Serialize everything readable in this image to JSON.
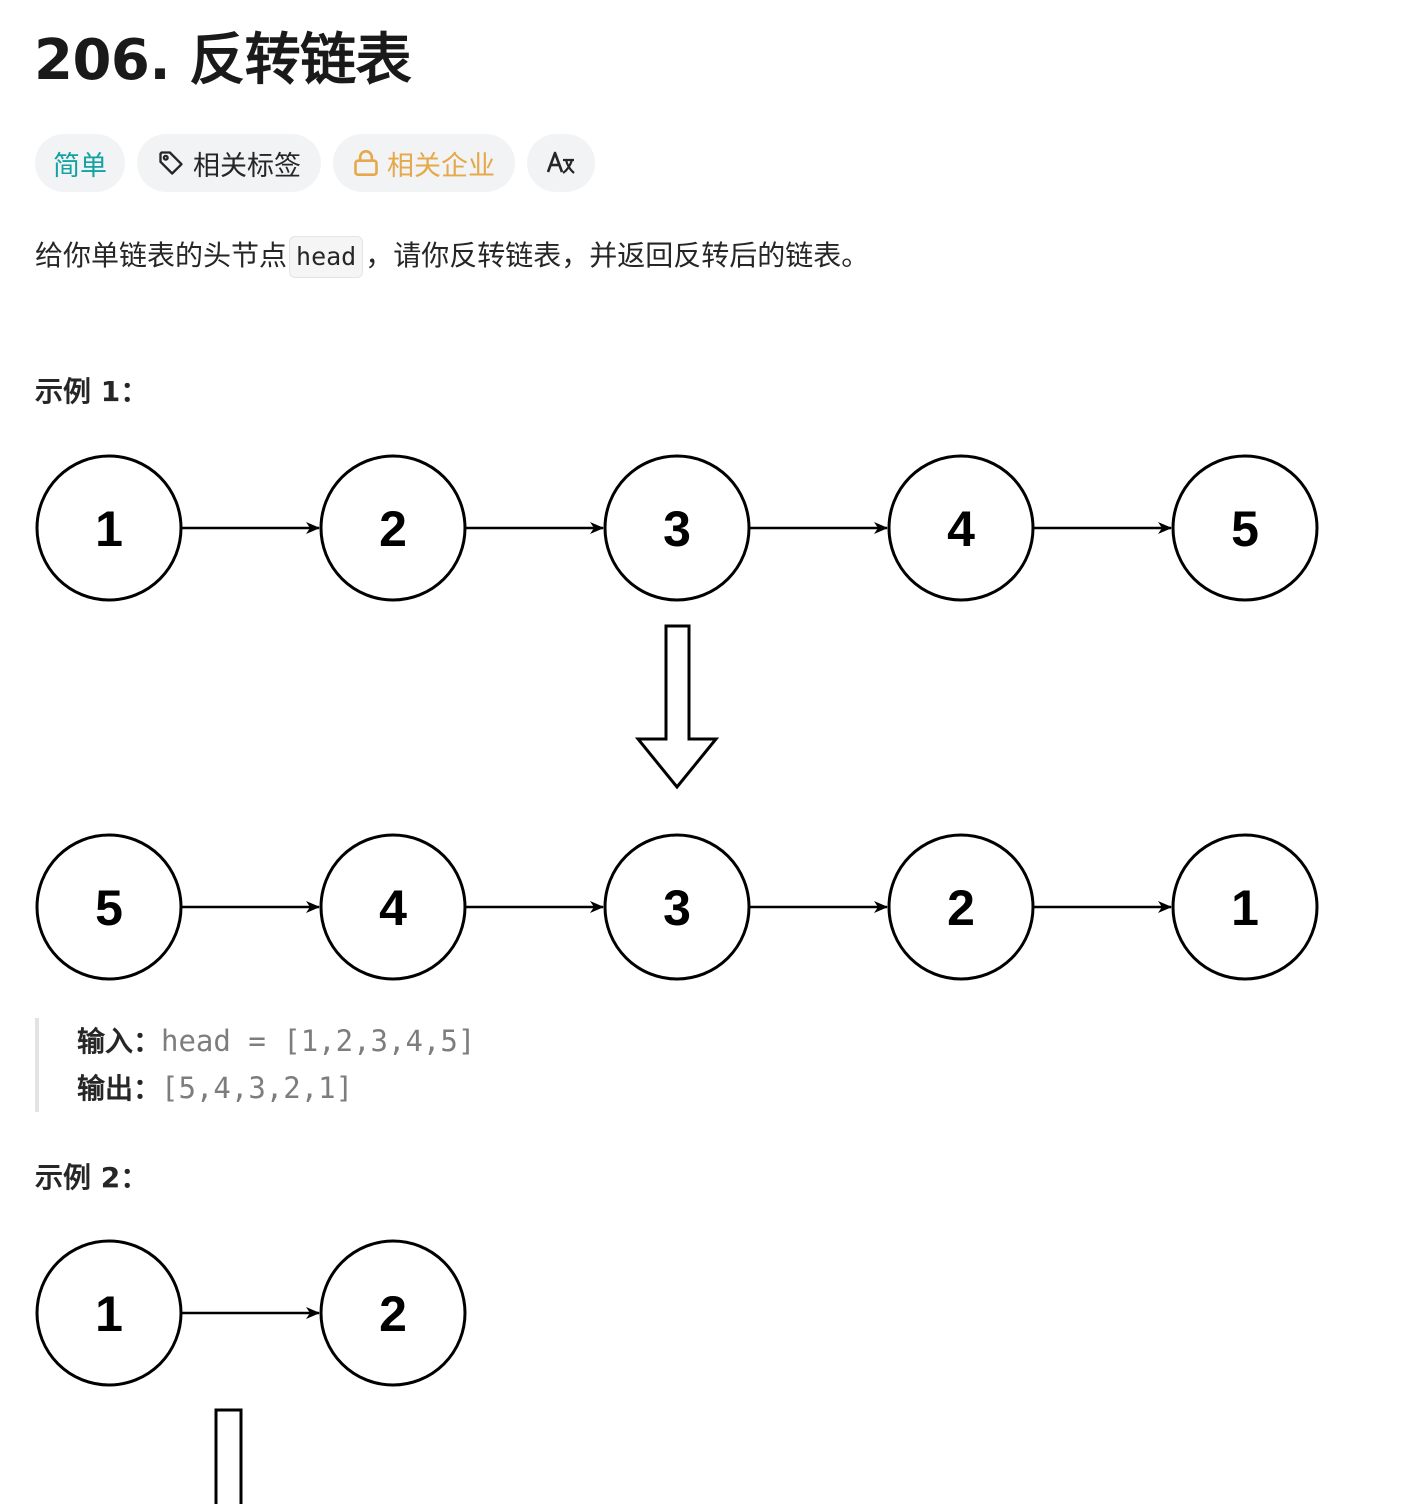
{
  "problem": {
    "title": "206. 反转链表",
    "tags": {
      "difficulty": "简单",
      "related_tags": "相关标签",
      "related_companies": "相关企业",
      "translate_icon_text": "A文"
    },
    "description_before": "给你单链表的头节点",
    "description_code": "head",
    "description_after": "，请你反转链表，并返回反转后的链表。"
  },
  "example1": {
    "title": "示例 1：",
    "before_nodes": [
      "1",
      "2",
      "3",
      "4",
      "5"
    ],
    "after_nodes": [
      "5",
      "4",
      "3",
      "2",
      "1"
    ],
    "input_label": "输入：",
    "input_value": "head = [1,2,3,4,5]",
    "output_label": "输出：",
    "output_value": "[5,4,3,2,1]"
  },
  "example2": {
    "title": "示例 2：",
    "before_nodes": [
      "1",
      "2"
    ]
  },
  "colors": {
    "easy": "#14a2a3",
    "company": "#e5a84a",
    "tag_bg": "#f2f3f5"
  },
  "icons": {
    "tag": "tag-icon",
    "lock": "lock-icon",
    "translate": "translate-icon"
  }
}
